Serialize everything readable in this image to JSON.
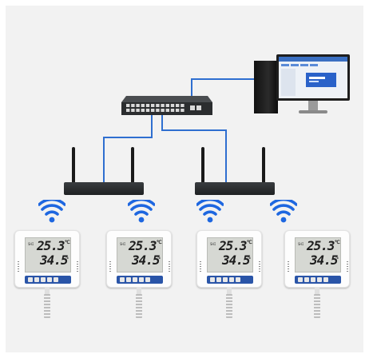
{
  "colors": {
    "background": "#f2f2f2",
    "cable": "#2f6fd0",
    "wifi": "#1e67e0",
    "lcd": "#d6d8d3",
    "button_bar": "#2a55a8"
  },
  "icons": [
    "network-switch-icon",
    "router-icon",
    "wifi-signal-icon",
    "desktop-computer-icon",
    "sensor-icon"
  ],
  "sensors": [
    {
      "temperature": "25.3",
      "temp_unit": "℃",
      "humidity": "34.5",
      "hum_unit": "%"
    },
    {
      "temperature": "25.3",
      "temp_unit": "℃",
      "humidity": "34.5",
      "hum_unit": "%"
    },
    {
      "temperature": "25.3",
      "temp_unit": "℃",
      "humidity": "34.5",
      "hum_unit": "%"
    },
    {
      "temperature": "25.3",
      "temp_unit": "℃",
      "humidity": "34.5",
      "hum_unit": "%"
    }
  ]
}
